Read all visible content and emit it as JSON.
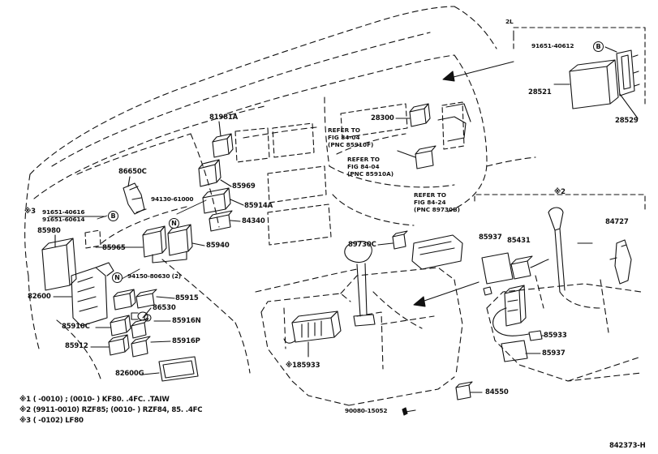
{
  "diagram_id": "842373-H",
  "group_labels": {
    "variant_2l": "2L",
    "kome2": "※2"
  },
  "parts": {
    "p81981A": "81981A",
    "p86650C": "86650C",
    "p94130": "94130-61000",
    "p85969": "85969",
    "p85914A": "85914A",
    "p84340": "84340",
    "p91651_40616": "91651-40616",
    "p91651_60614": "91651-60614",
    "p85980": "85980",
    "p85965": "85965",
    "p85940": "85940",
    "p94150": "94150-80630 (2)",
    "p82600": "82600",
    "p85915": "85915",
    "p86530": "86530",
    "p85910C": "85910C",
    "p85916N": "85916N",
    "p85912": "85912",
    "p85916P": "85916P",
    "p82600G": "82600G",
    "p28300": "28300",
    "p91651_40612": "91651-40612",
    "p28521": "28521",
    "p28529": "28529",
    "p89730C": "89730C",
    "p85937a": "85937",
    "p85431": "85431",
    "p84727": "84727",
    "p85933": "85933",
    "p85937b": "85937",
    "p85933b": "※185933",
    "p90080": "90080-15052",
    "p84550": "84550"
  },
  "refs": {
    "r1": [
      "REFER TO",
      "FIG 84-04",
      "(PNC 85910F)"
    ],
    "r2": [
      "REFER TO",
      "FIG 84-04",
      "(PNC 85910A)"
    ],
    "r3": [
      "REFER TO",
      "FIG 84-24",
      "(PNC 89730B)"
    ]
  },
  "prefix": {
    "kome3": "※3"
  },
  "circles": {
    "B": "B",
    "N": "N"
  },
  "notes": {
    "n1": "※1 (    -0010) ; (0010-     ) KF80. .4FC. .TAIW",
    "n2": "※2 (9911-0010) RZF85; (0010-     ) RZF84, 85. .4FC",
    "n3": "※3 (    -0102) LF80"
  }
}
